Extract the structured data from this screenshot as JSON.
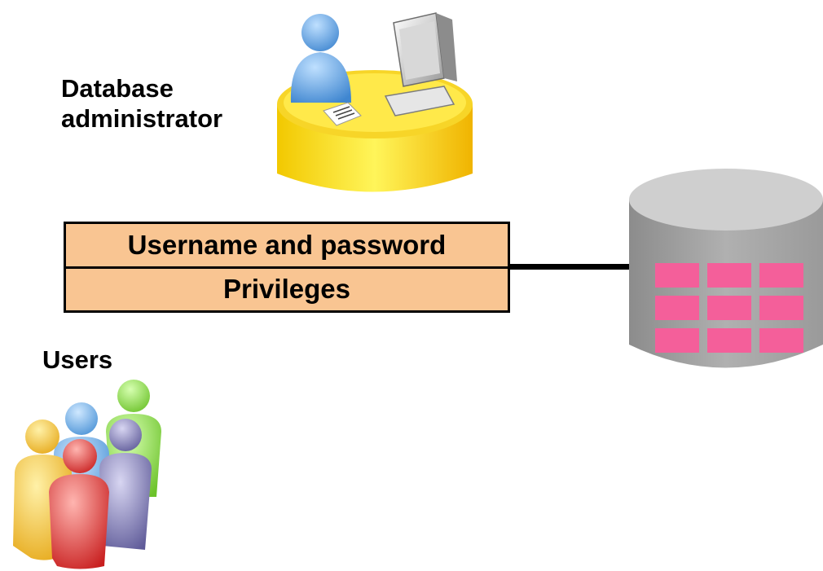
{
  "dba": {
    "label_line1": "Database",
    "label_line2": "administrator",
    "icon": "database-administrator-at-desk-icon"
  },
  "access_box": {
    "row1": "Username and password",
    "row2": "Privileges",
    "fill_color": "#f9c592"
  },
  "users": {
    "label": "Users",
    "icon": "users-group-icon",
    "figure_colors": [
      "#f5c63a",
      "#6aaee6",
      "#8fdc4a",
      "#e0463c",
      "#8a86b8"
    ]
  },
  "database": {
    "icon": "database-cylinder-icon",
    "cylinder_color": "#a8a8a8",
    "cell_color": "#f45f9a"
  }
}
